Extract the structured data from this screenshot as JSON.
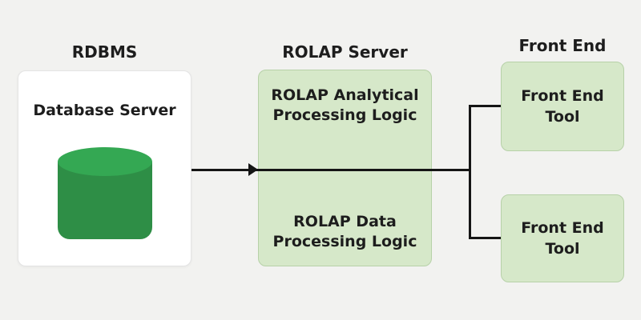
{
  "colors": {
    "background": "#f2f2f0",
    "card_white": "#ffffff",
    "card_white_border": "#e4e4e4",
    "green_fill": "#d6e8c9",
    "green_border": "#b7d1a8",
    "cylinder_top": "#34a853",
    "cylinder_body": "#2e8e46",
    "line": "#151515",
    "text": "#1d1d1d"
  },
  "rdbms": {
    "title": "RDBMS",
    "label": "Database Server",
    "icon": "database-cylinder-icon"
  },
  "rolap": {
    "title": "ROLAP Server",
    "analytical_label": "ROLAP Analytical Processing Logic",
    "data_label": "ROLAP Data Processing Logic"
  },
  "frontend": {
    "title": "Front End",
    "tools": [
      {
        "label": "Front End Tool"
      },
      {
        "label": "Front End Tool"
      }
    ]
  }
}
